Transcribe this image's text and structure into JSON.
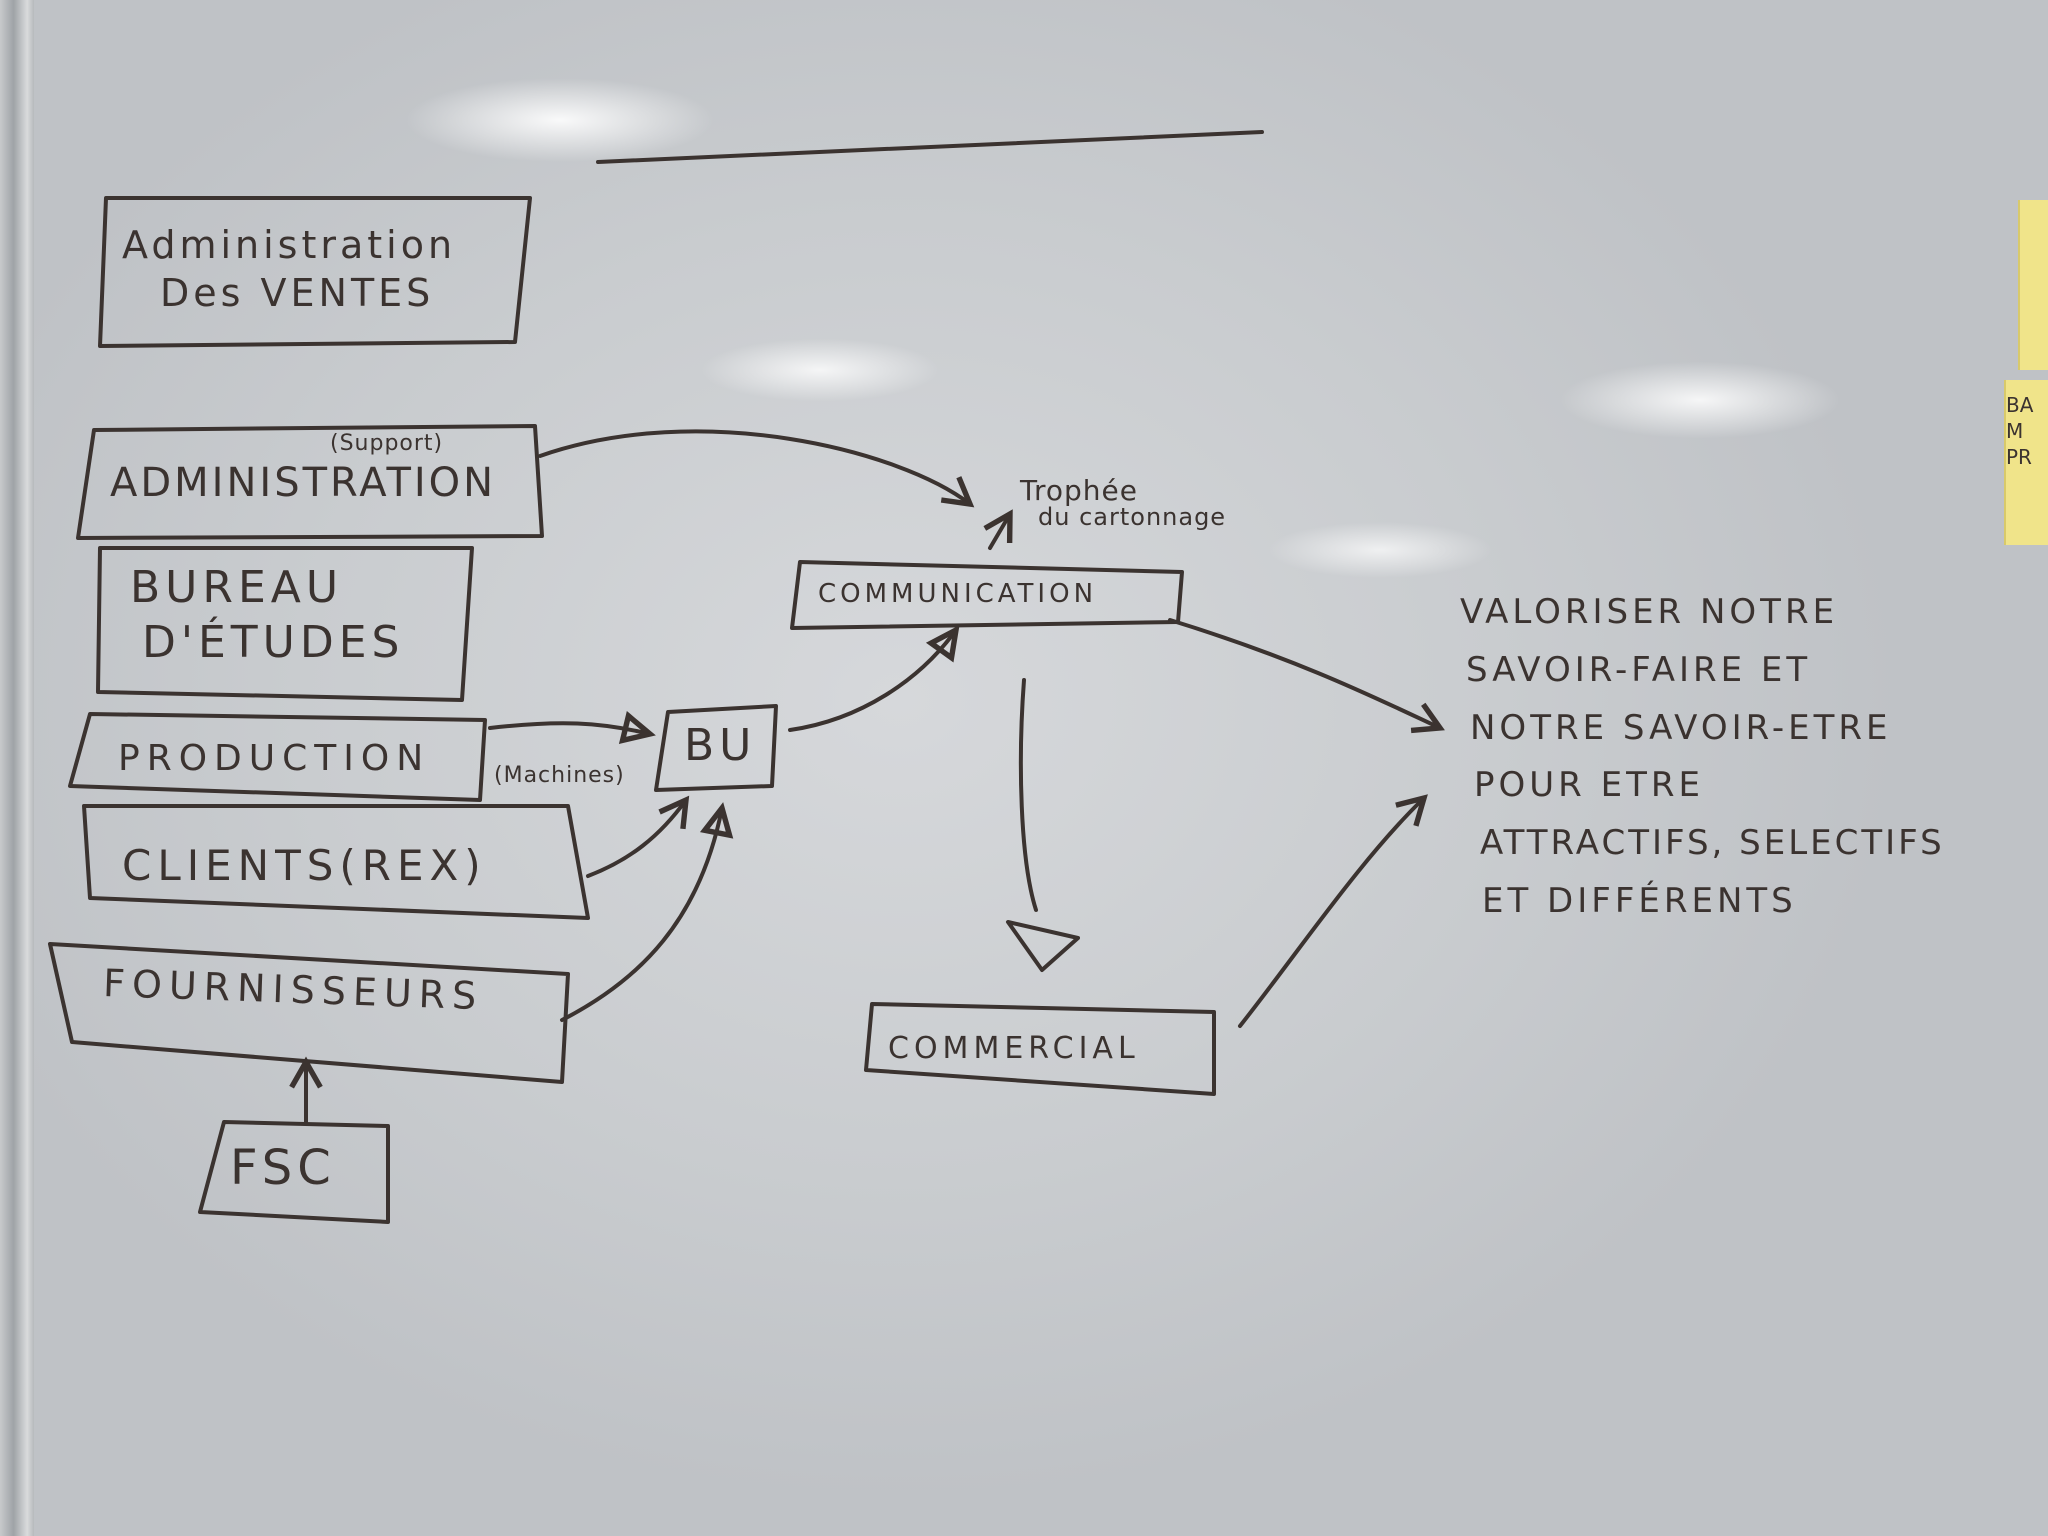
{
  "diagram": {
    "boxes": {
      "admin_ventes": [
        "Administration",
        "Des VENTES"
      ],
      "administration": "ADMINISTRATION",
      "administration_note": "(Support)",
      "bureau_etudes": [
        "BUREAU",
        "D'ÉTUDES"
      ],
      "production": "PRODUCTION",
      "clients": "CLIENTS(REX)",
      "fournisseurs": "FOURNISSEURS",
      "fsc": "FSC",
      "bu": "BU",
      "communication": "COMMUNICATION",
      "commercial": "COMMERCIAL"
    },
    "edge_labels": {
      "machines": "(Machines)",
      "trophee": [
        "Trophée",
        "du cartonnage"
      ]
    },
    "goal": [
      "VALORISER NOTRE",
      "SAVOIR-FAIRE ET",
      "NOTRE SAVOIR-ETRE",
      "POUR ETRE",
      "ATTRACTIFS, SELECTIFS",
      "ET DIFFÉRENTS"
    ],
    "postit_fragment": [
      "BA",
      "M",
      "PR"
    ]
  },
  "colors": {
    "ink": "#3b3330",
    "board": "#d3d5d8",
    "postit": "#f0e48a"
  }
}
